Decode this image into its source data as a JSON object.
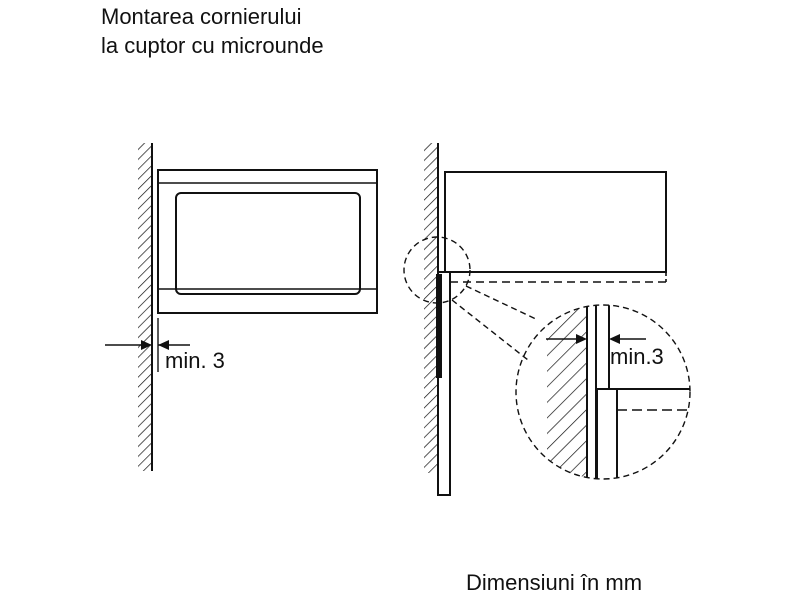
{
  "title": {
    "line1": "Montarea cornierului",
    "line2": "la cuptor cu microunde"
  },
  "left_view": {
    "gap_label": "min. 3"
  },
  "right_view": {
    "gap_label": "min.3"
  },
  "footer": "Dimensiuni în mm",
  "colors": {
    "ink": "#111111",
    "background": "#ffffff"
  }
}
